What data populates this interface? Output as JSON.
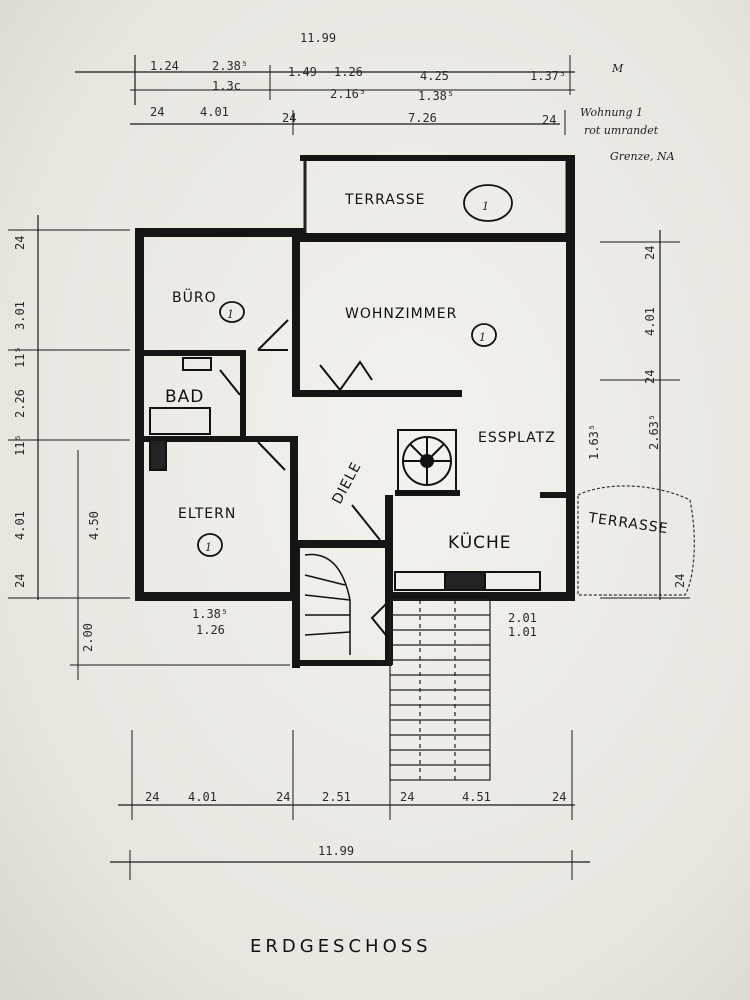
{
  "plan": {
    "title": "ERDGESCHOSS",
    "rooms": {
      "terrasse": "TERRASSE",
      "buero": "BÜRO",
      "wohnzimmer": "WOHNZIMMER",
      "bad": "BAD",
      "essplatz": "ESSPLATZ",
      "diele": "DIELE",
      "eltern": "ELTERN",
      "kueche": "KÜCHE",
      "terrasse_side": "TERRASSE"
    },
    "unit_marker": "1",
    "notes": {
      "note_line1": "Wohnung 1",
      "note_line2": "rot umrandet",
      "note_line3": "Grenze, NA",
      "corner_mark": "M"
    },
    "dimensions_top": {
      "overall": "11.99",
      "r1": [
        "1.24",
        "2.38⁵",
        "1.49",
        "1.26",
        "4.25",
        "1.37⁵"
      ],
      "r1_sub": [
        "1.3c",
        "2.16⁵",
        "1.38⁵"
      ],
      "r2": [
        "24",
        "4.01",
        "24",
        "7.26",
        "24"
      ]
    },
    "dimensions_bottom": {
      "r1": [
        "24",
        "4.01",
        "24",
        "2.51",
        "24",
        "4.51",
        "24"
      ],
      "overall": "11.99"
    },
    "dimensions_left": [
      "24",
      "3.01",
      "11⁵",
      "2.26",
      "11⁵",
      "4.01",
      "24"
    ],
    "dimensions_left_outer": [
      "4.50",
      "2.00"
    ],
    "dimensions_right": [
      "24",
      "4.01",
      "24",
      "2.63⁵",
      "1.63⁵",
      "24"
    ],
    "dimensions_inner": [
      "1.38⁵",
      "1.26",
      "2.01",
      "1.01"
    ]
  }
}
